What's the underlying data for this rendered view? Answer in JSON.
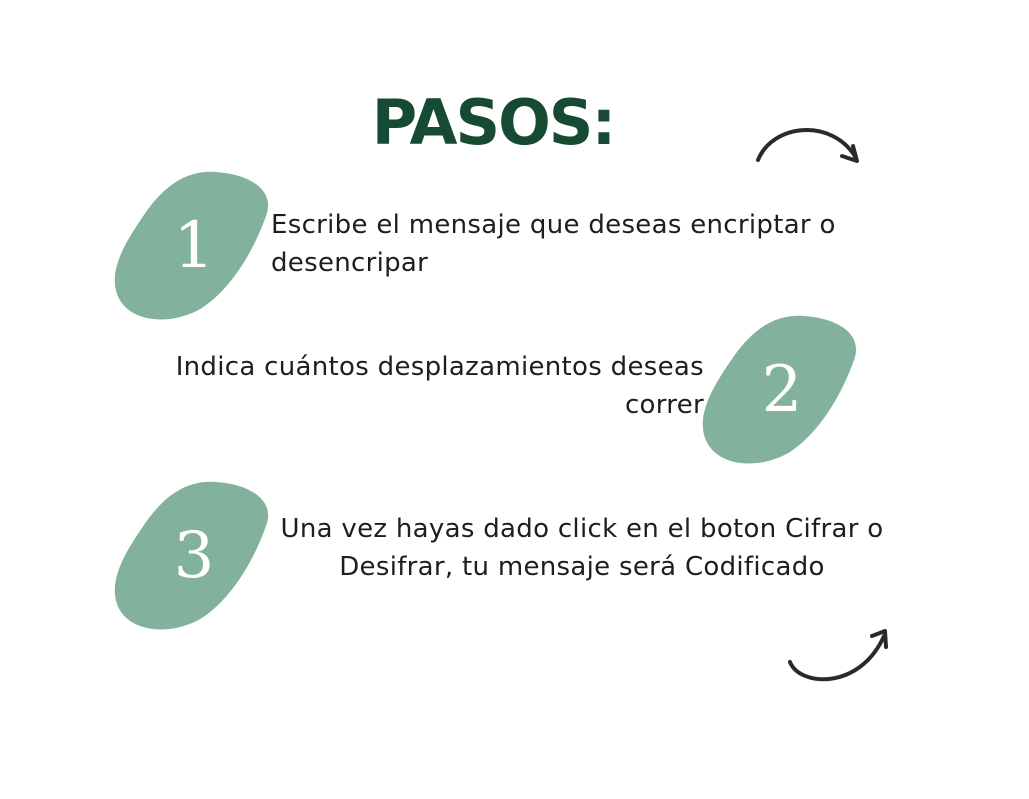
{
  "title": "PASOS:",
  "colors": {
    "title": "#174a33",
    "blob": "#82b29b",
    "text": "#1e1e1e",
    "arrow": "#2a2a2a"
  },
  "steps": [
    {
      "number": "1",
      "text": "Escribe el mensaje que deseas encriptar o desencripar"
    },
    {
      "number": "2",
      "text": "Indica cuántos desplazamientos deseas correr"
    },
    {
      "number": "3",
      "text": "Una vez hayas dado click en el boton Cifrar o Desifrar, tu mensaje será Codificado"
    }
  ],
  "decorations": {
    "top_arrow_icon": "curved-arrow-right-down-icon",
    "bottom_arrow_icon": "curved-arrow-right-up-icon"
  }
}
